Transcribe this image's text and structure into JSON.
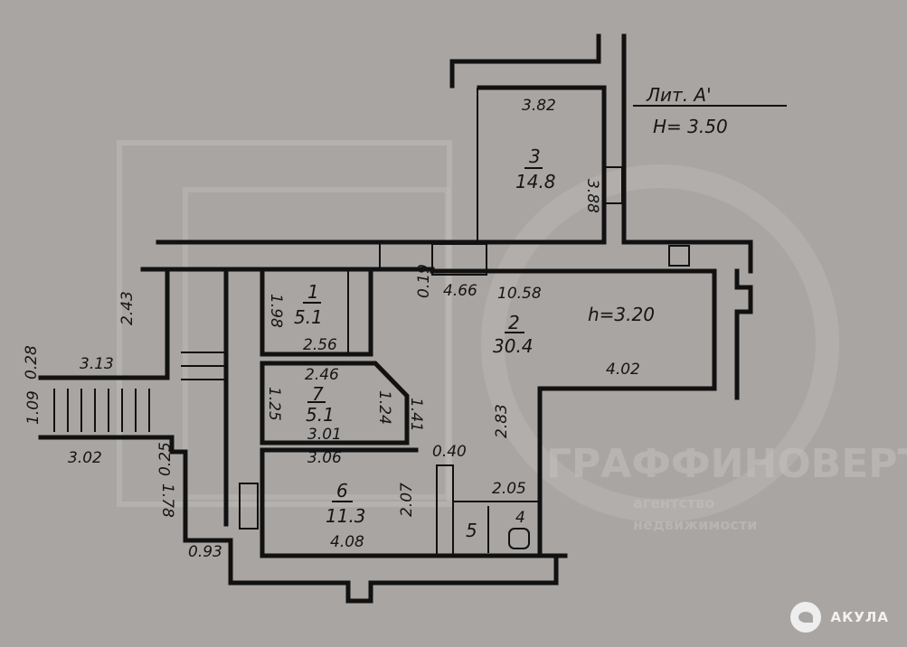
{
  "header": {
    "liter": "Лит. А'",
    "height_main": "Н= 3.50"
  },
  "rooms": [
    {
      "num": "3",
      "area": "14.8"
    },
    {
      "num": "2",
      "area": "30.4",
      "height": "h=3.20"
    },
    {
      "num": "1",
      "area": "5.1"
    },
    {
      "num": "7",
      "area": "5.1"
    },
    {
      "num": "6",
      "area": "11.3"
    },
    {
      "num": "5"
    },
    {
      "num": "4"
    }
  ],
  "dimensions": {
    "d382": "3.82",
    "d388": "3.88",
    "d019": "0.19",
    "d466": "4.66",
    "d1058": "10.58",
    "d402": "4.02",
    "d283": "2.83",
    "d198": "1.98",
    "d256": "2.56",
    "d246": "2.46",
    "d125": "1.25",
    "d124": "1.24",
    "d141": "1.41",
    "d301": "3.01",
    "d306": "3.06",
    "d408": "4.08",
    "d207": "2.07",
    "d040": "0.40",
    "d205": "2.05",
    "d243": "2.43",
    "d313": "3.13",
    "d028": "0.28",
    "d109": "1.09",
    "d302": "3.02",
    "d025": "0.25",
    "d178": "1.78",
    "d093": "0.93"
  },
  "watermark": {
    "brand": "ГРАФФИНОВЕРТ",
    "line1": "агентство",
    "line2": "недвижимости"
  },
  "logo": {
    "text": "АКУЛА"
  },
  "colors": {
    "paper": "#a9a5a3",
    "ink": "#111111"
  }
}
